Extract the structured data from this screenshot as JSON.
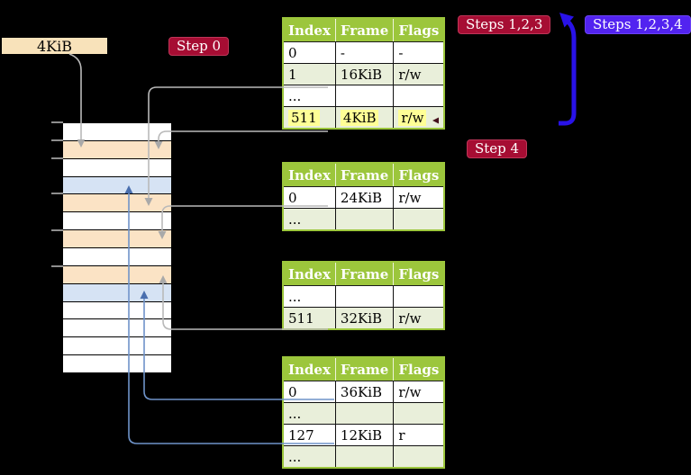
{
  "labels": {
    "size_box": "4KiB"
  },
  "badges": {
    "step0": {
      "text": "Step 0"
    },
    "steps123": {
      "text": "Steps 1,2,3"
    },
    "steps1234": {
      "text": "Steps 1,2,3,4"
    },
    "step4": {
      "text": "Step 4"
    }
  },
  "tables": [
    {
      "headers": [
        "Index",
        "Frame",
        "Flags"
      ],
      "rows": [
        {
          "cells": [
            "0",
            "-",
            "-"
          ]
        },
        {
          "cells": [
            "1",
            "16KiB",
            "r/w"
          ]
        },
        {
          "cells": [
            "...",
            "",
            ""
          ]
        },
        {
          "cells": [
            "511",
            "4KiB",
            "r/w"
          ],
          "highlighted": true
        }
      ]
    },
    {
      "headers": [
        "Index",
        "Frame",
        "Flags"
      ],
      "rows": [
        {
          "cells": [
            "0",
            "24KiB",
            "r/w"
          ]
        },
        {
          "cells": [
            "...",
            "",
            ""
          ]
        }
      ]
    },
    {
      "headers": [
        "Index",
        "Frame",
        "Flags"
      ],
      "rows": [
        {
          "cells": [
            "...",
            "",
            ""
          ]
        },
        {
          "cells": [
            "511",
            "32KiB",
            "r/w"
          ]
        }
      ]
    },
    {
      "headers": [
        "Index",
        "Frame",
        "Flags"
      ],
      "rows": [
        {
          "cells": [
            "0",
            "36KiB",
            "r/w"
          ]
        },
        {
          "cells": [
            "...",
            "",
            ""
          ]
        },
        {
          "cells": [
            "127",
            "12KiB",
            "r"
          ]
        },
        {
          "cells": [
            "...",
            "",
            ""
          ]
        }
      ]
    }
  ],
  "memory": {
    "rows": [
      "white",
      "peach",
      "white",
      "blue",
      "peach",
      "white",
      "peach",
      "white",
      "peach",
      "blue",
      "white",
      "white",
      "white",
      "white"
    ]
  },
  "colors": {
    "badge_red": "#a60d33",
    "badge_blue": "#5223f0",
    "thick_arrow_blue": "#2912e8",
    "table_header_green": "#9cc63c",
    "table_row_sage": "#e9efda",
    "memory_row_peach": "#fbe3c5",
    "memory_row_blue": "#d6e3f4",
    "size_box_wheat": "#f8e2ba",
    "highlight_yellow": "#ffff96",
    "connector_gray": "#b9b9b9",
    "connector_blue": "#6f93c9"
  }
}
